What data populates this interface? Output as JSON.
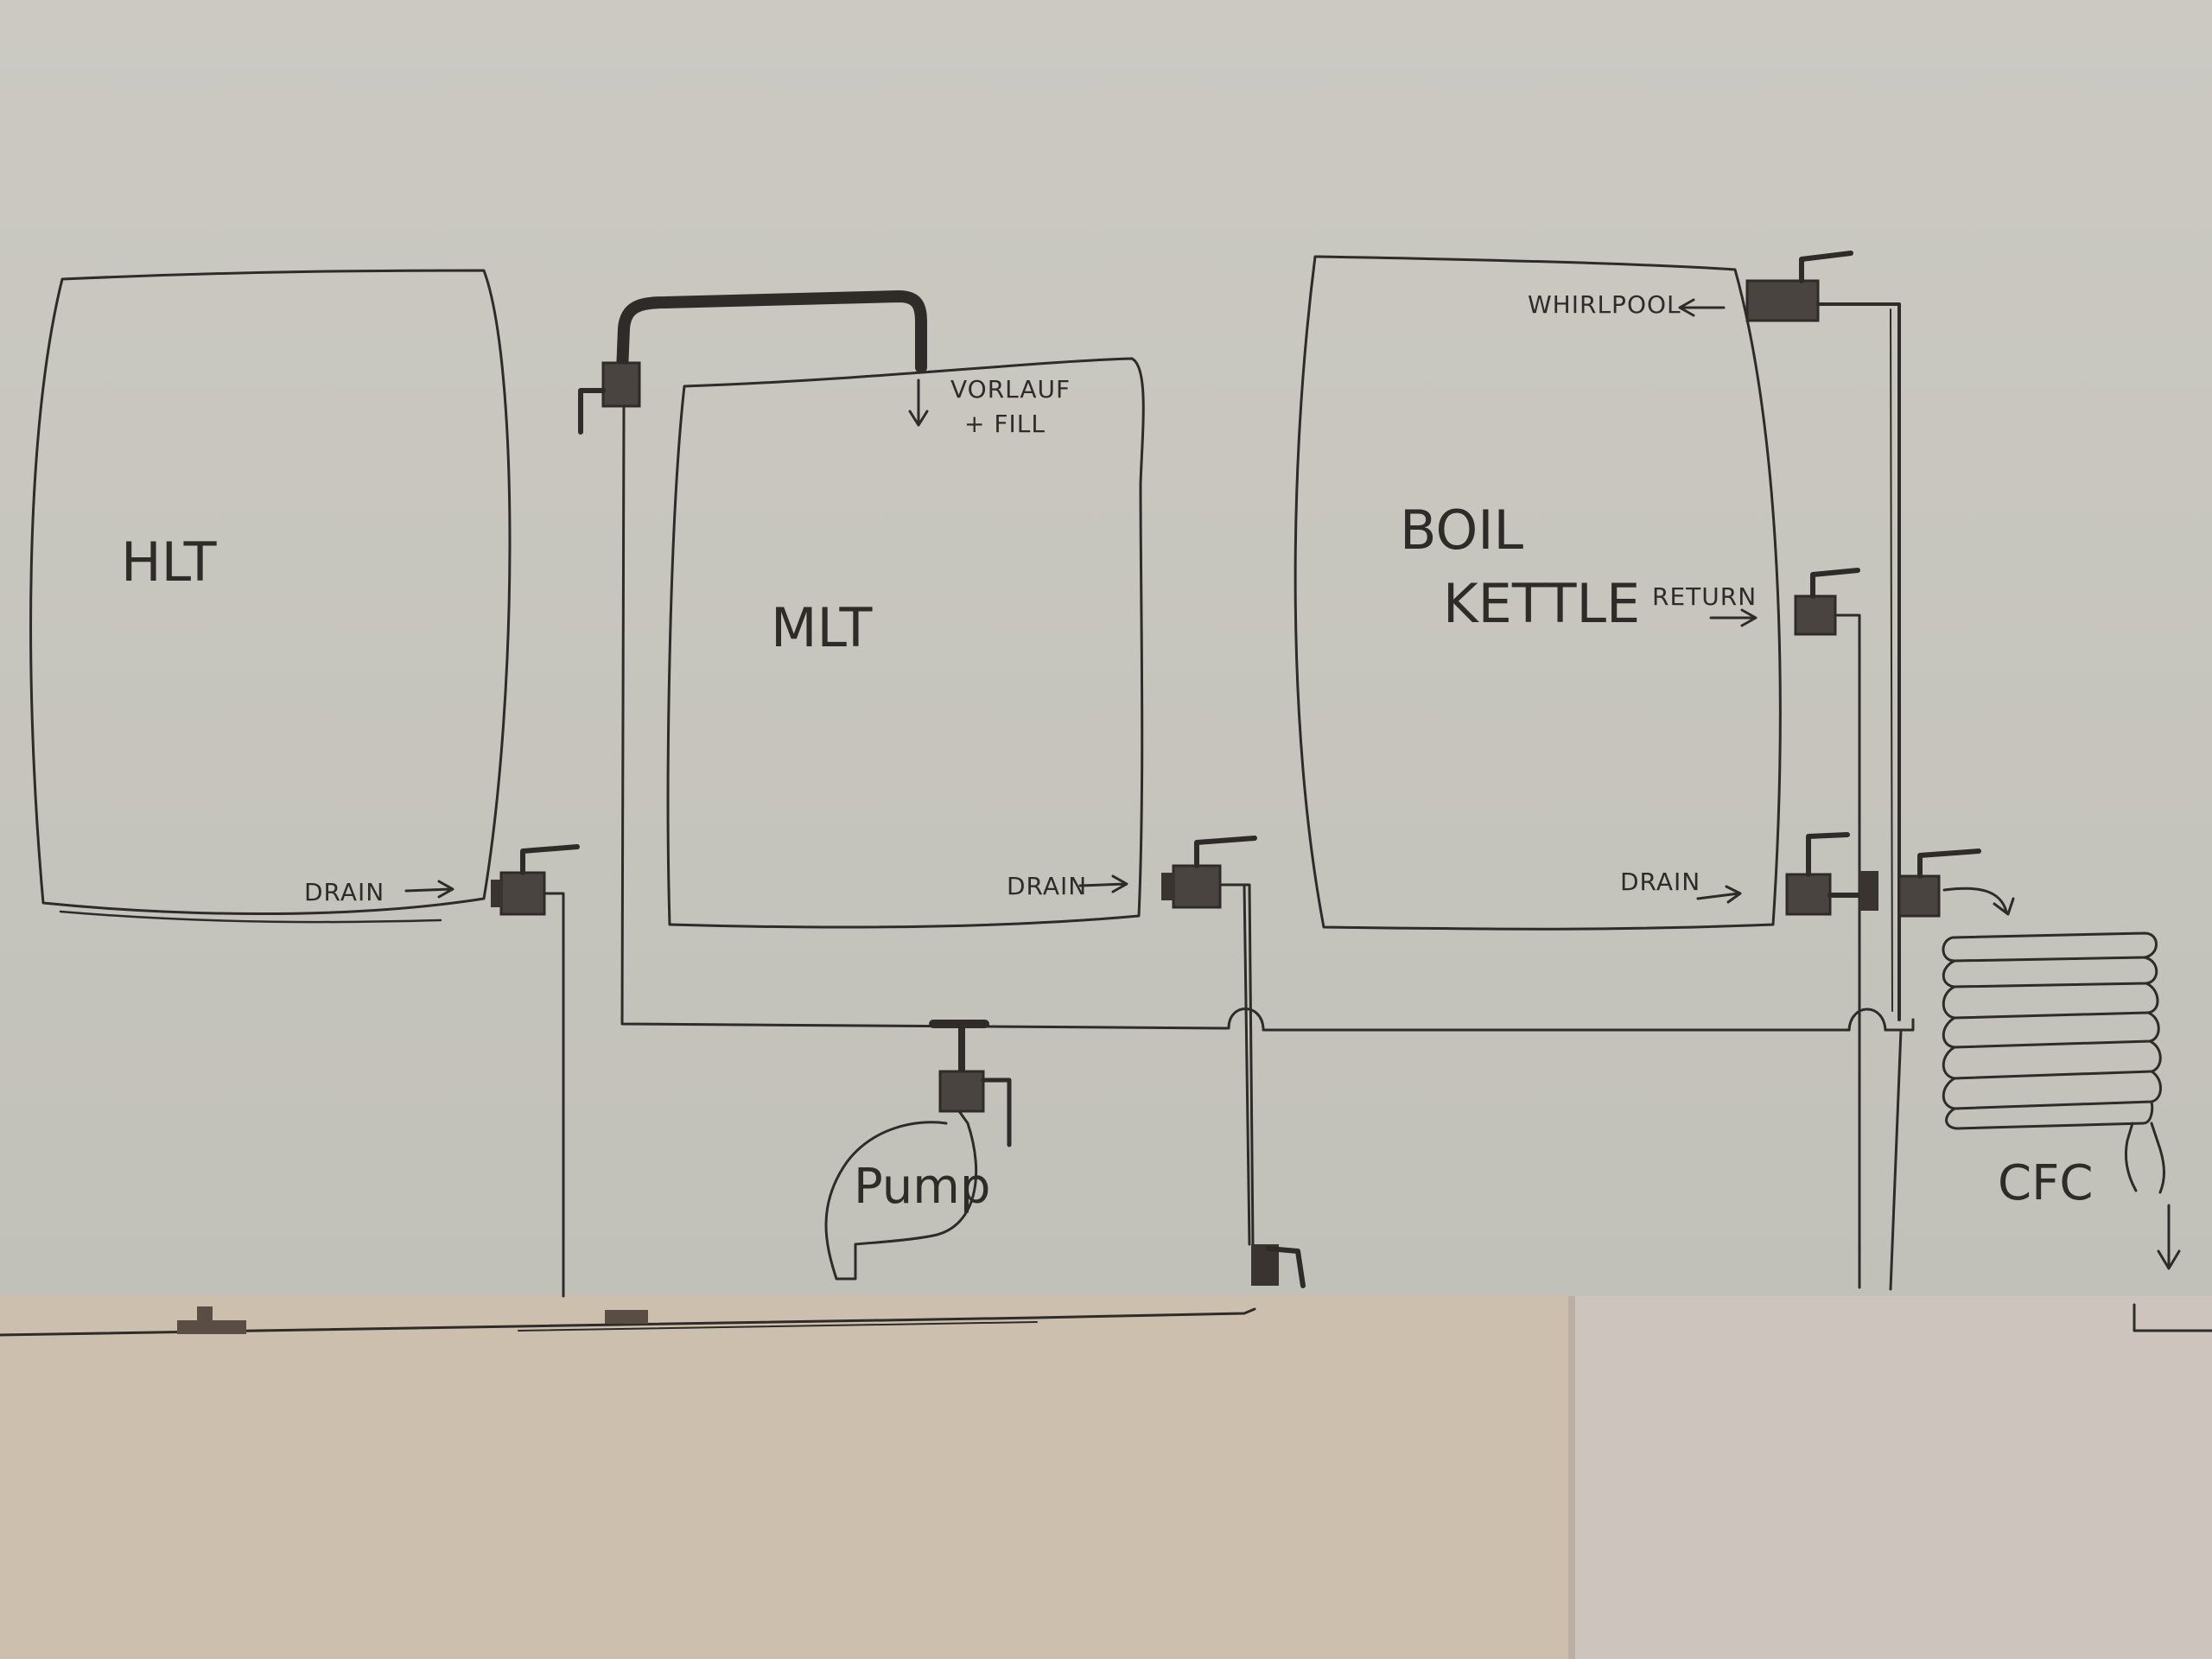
{
  "colors": {
    "paper_top": "#c9c7c0",
    "paper_bottom": "#cdbfae",
    "ink": "#2e2b28"
  },
  "vessels": {
    "hlt": {
      "label": "HLT"
    },
    "mlt": {
      "label": "MLT"
    },
    "boil_kettle": {
      "label_line1": "BOIL",
      "label_line2": "KETTLE"
    }
  },
  "labels": {
    "hlt_drain": "DRAIN",
    "mlt_drain": "DRAIN",
    "bk_drain": "DRAIN",
    "vorlauf_line1": "VORLAUF",
    "vorlauf_line2": "+ FILL",
    "whirlpool": "WHIRLPOOL",
    "return": "RETURN",
    "pump": "Pump",
    "cfc": "CFC"
  }
}
